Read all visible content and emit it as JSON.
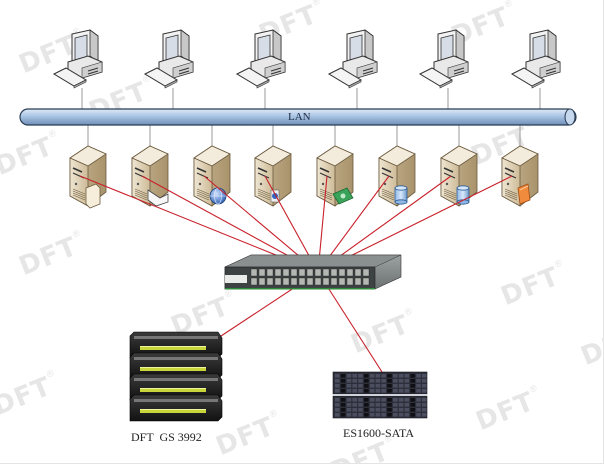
{
  "diagram": {
    "title": "",
    "lan_label": "LAN",
    "watermark_text": "DFT",
    "watermark_mark": "®",
    "colors": {
      "link": "#c8202a",
      "lan_fill": "#a9c4e4",
      "lan_stroke": "#2a3c55",
      "wire": "#999999",
      "watermark": "#e6e6e6"
    },
    "workstations": [
      {
        "id": "pc-1",
        "type": "desktop-pc"
      },
      {
        "id": "pc-2",
        "type": "desktop-pc"
      },
      {
        "id": "pc-3",
        "type": "desktop-pc"
      },
      {
        "id": "pc-4",
        "type": "desktop-pc"
      },
      {
        "id": "pc-5",
        "type": "desktop-pc"
      },
      {
        "id": "pc-6",
        "type": "desktop-pc"
      }
    ],
    "servers": [
      {
        "id": "server-1",
        "badge": "folder-icon"
      },
      {
        "id": "server-2",
        "badge": "mail-icon"
      },
      {
        "id": "server-3",
        "badge": "globe-icon"
      },
      {
        "id": "server-4",
        "badge": "web-icon"
      },
      {
        "id": "server-5",
        "badge": "money-icon"
      },
      {
        "id": "server-6",
        "badge": "database-icon"
      },
      {
        "id": "server-7",
        "badge": "database-icon"
      },
      {
        "id": "server-8",
        "badge": "book-icon"
      }
    ],
    "switch": {
      "id": "fc-switch",
      "type": "fibre-channel-switch"
    },
    "storage": [
      {
        "id": "storage-gs3992",
        "label": "DFT  GS 3992"
      },
      {
        "id": "storage-es1600",
        "label": "ES1600-SATA"
      }
    ]
  }
}
